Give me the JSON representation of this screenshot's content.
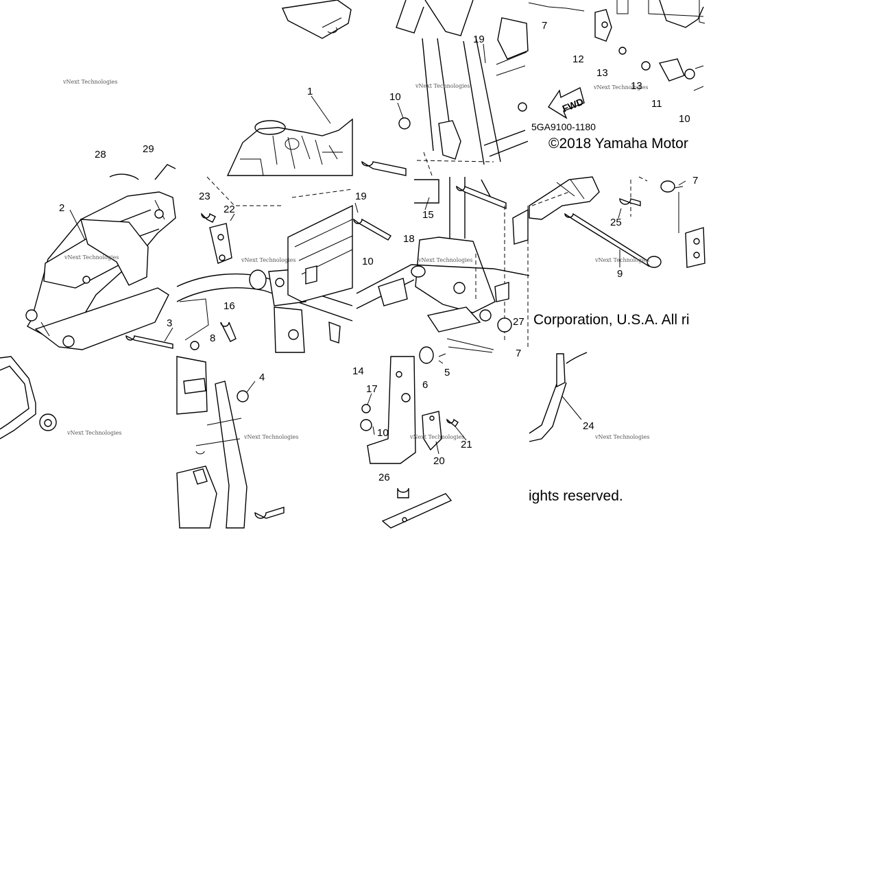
{
  "diagram": {
    "part_code": "5GA9100-1180",
    "copyright_fragments": {
      "a": "©2018 Yamaha Motor",
      "b": "Corporation, U.S.A. All ri",
      "c": "ights reserved."
    },
    "fwd_arrow_label": "FWD",
    "watermark": "vNext Technologies",
    "callouts": {
      "c1": "1",
      "c2": "2",
      "c3": "3",
      "c4": "4",
      "c5": "5",
      "c6": "6",
      "c7a": "7",
      "c7b": "7",
      "c7c": "7",
      "c8": "8",
      "c9": "9",
      "c10a": "10",
      "c10b": "10",
      "c10c": "10",
      "c10d": "10",
      "c11": "11",
      "c12": "12",
      "c13": "13",
      "c13b": "13",
      "c14": "14",
      "c15": "15",
      "c16": "16",
      "c17": "17",
      "c18": "18",
      "c19a": "19",
      "c19b": "19",
      "c20": "20",
      "c21": "21",
      "c22": "22",
      "c23": "23",
      "c24": "24",
      "c25": "25",
      "c26": "26",
      "c27": "27",
      "c28": "28",
      "c29": "29"
    }
  }
}
